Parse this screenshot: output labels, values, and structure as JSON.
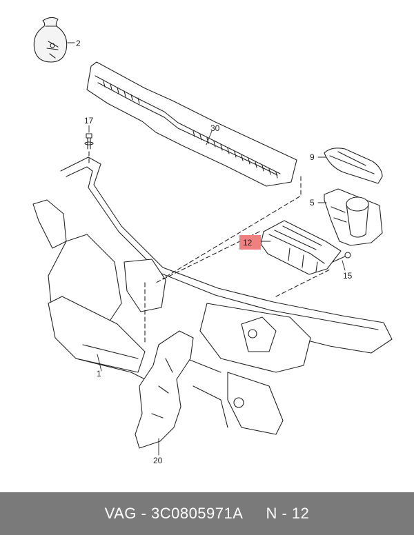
{
  "diagram": {
    "callouts": {
      "c1": "1",
      "c2": "2",
      "c5": "5",
      "c9": "9",
      "c12": "12",
      "c15": "15",
      "c17": "17",
      "c20": "20",
      "c30": "30"
    },
    "highlight_color": "#f08080"
  },
  "footer": {
    "brand": "VAG",
    "separator": " - ",
    "part_number": "3C0805971A",
    "page_ref": "N - 12"
  }
}
